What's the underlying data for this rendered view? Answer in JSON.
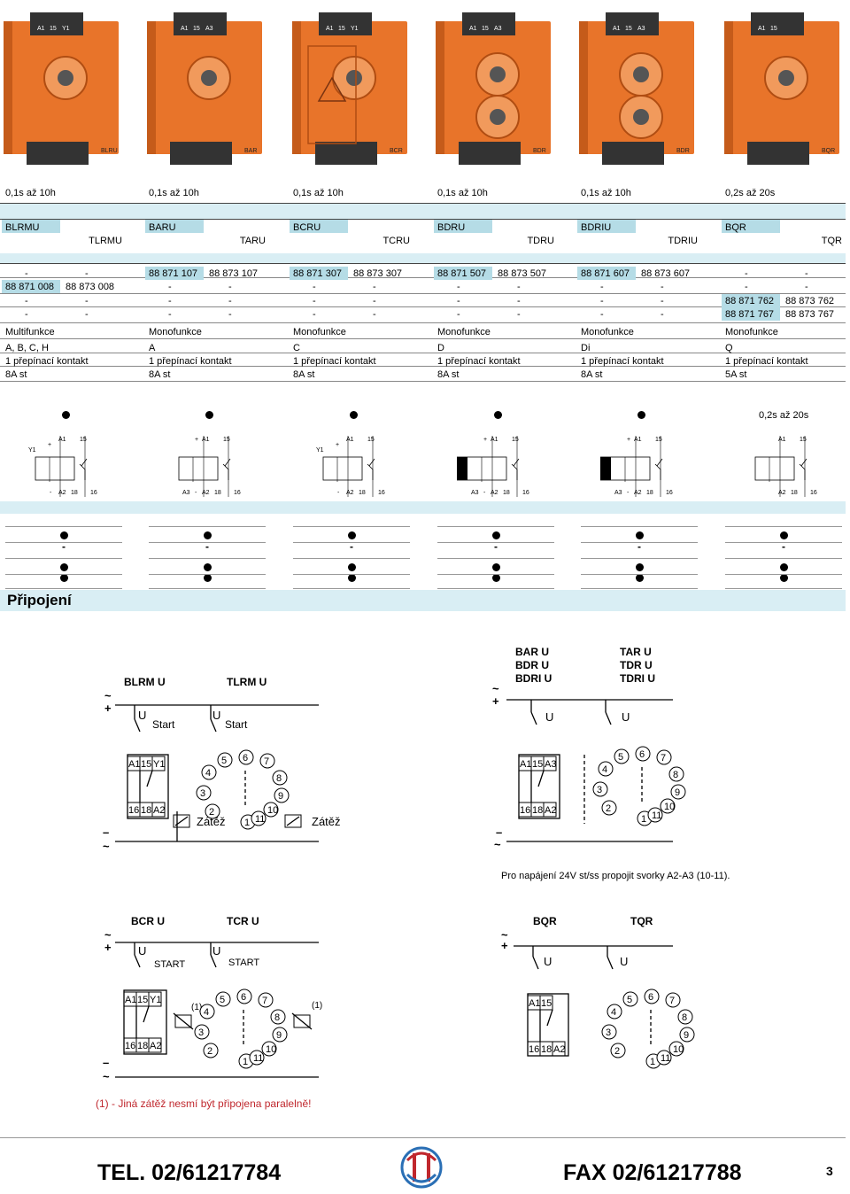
{
  "products": [
    {
      "time": "0,1s až 10h",
      "name": "BLRMU",
      "name2": "TLRMU",
      "codes": [
        [
          "-",
          "-"
        ],
        [
          "88 871 008",
          "88 873 008"
        ],
        [
          "-",
          "-"
        ],
        [
          "-",
          "-"
        ]
      ],
      "func": "Multifunkce",
      "mode": "A, B, C, H",
      "contact": "1 přepínací kontakt",
      "current": "8A st",
      "photo_labels": [
        "A1",
        "15",
        "Y1",
        "BLRU"
      ]
    },
    {
      "time": "0,1s až 10h",
      "name": "BARU",
      "name2": "TARU",
      "codes": [
        [
          "88 871 107",
          "88 873 107"
        ],
        [
          "-",
          "-"
        ],
        [
          "-",
          "-"
        ],
        [
          "-",
          "-"
        ]
      ],
      "func": "Monofunkce",
      "mode": "A",
      "contact": "1 přepínací kontakt",
      "current": "8A st",
      "photo_labels": [
        "A1",
        "15",
        "A3",
        "BAR"
      ]
    },
    {
      "time": "0,1s až 10h",
      "name": "BCRU",
      "name2": "TCRU",
      "codes": [
        [
          "88 871 307",
          "88 873 307"
        ],
        [
          "-",
          "-"
        ],
        [
          "-",
          "-"
        ],
        [
          "-",
          "-"
        ]
      ],
      "func": "Monofunkce",
      "mode": "C",
      "contact": "1 přepínací kontakt",
      "current": "8A st",
      "photo_labels": [
        "A1",
        "15",
        "Y1",
        "BCR"
      ]
    },
    {
      "time": "0,1s až 10h",
      "name": "BDRU",
      "name2": "TDRU",
      "codes": [
        [
          "88 871 507",
          "88 873 507"
        ],
        [
          "-",
          "-"
        ],
        [
          "-",
          "-"
        ],
        [
          "-",
          "-"
        ]
      ],
      "func": "Monofunkce",
      "mode": "D",
      "contact": "1 přepínací kontakt",
      "current": "8A st",
      "photo_labels": [
        "A1",
        "15",
        "A3",
        "BDR"
      ]
    },
    {
      "time": "0,1s až 10h",
      "name": "BDRIU",
      "name2": "TDRIU",
      "codes": [
        [
          "88 871 607",
          "88 873 607"
        ],
        [
          "-",
          "-"
        ],
        [
          "-",
          "-"
        ],
        [
          "-",
          "-"
        ]
      ],
      "func": "Monofunkce",
      "mode": "Di",
      "contact": "1 přepínací kontakt",
      "current": "8A st",
      "photo_labels": [
        "A1",
        "15",
        "A3",
        "BDR"
      ]
    },
    {
      "time": "0,2s až 20s",
      "name": "BQR",
      "name2": "TQR",
      "codes": [
        [
          "-",
          "-"
        ],
        [
          "-",
          "-"
        ],
        [
          "88 871 762",
          "88 873 762"
        ],
        [
          "88 871 767",
          "88 873 767"
        ]
      ],
      "func": "Monofunkce",
      "mode": "Q",
      "contact": "1 přepínací kontakt",
      "current": "5A st",
      "photo_labels": [
        "A1",
        "15",
        "BQR"
      ]
    }
  ],
  "extra_row": {
    "last": "0,2s až 20s"
  },
  "dot_matrix": [
    [
      "dot",
      "dot",
      "dot",
      "dot",
      "dot",
      "dot"
    ],
    [
      "-",
      "-",
      "-",
      "-",
      "-",
      "-"
    ],
    [
      "dot",
      "dot",
      "dot",
      "dot",
      "dot",
      "dot"
    ],
    [
      "dot",
      "dot",
      "dot",
      "dot",
      "dot",
      "dot"
    ]
  ],
  "section_title": "Připojení",
  "diagrams": {
    "d1": {
      "label_left": "BLRM U",
      "label_right": "TLRM U",
      "start1": "Start",
      "start2": "Start",
      "load1": "Zátěž",
      "load2": "Zátěž",
      "u": "U"
    },
    "d2": {
      "labels_left": [
        "BAR U",
        "BDR U",
        "BDRI U"
      ],
      "labels_right": [
        "TAR U",
        "TDR U",
        "TDRI U"
      ],
      "note": "Pro napájení 24V st/ss propojit svorky A2-A3 (10-11).",
      "u": "U"
    },
    "d3": {
      "label_left": "BCR U",
      "label_right": "TCR U",
      "start1": "START",
      "start2": "START",
      "mark": "(1)",
      "note": "(1) - Jiná zátěž nesmí být připojena paralelně!",
      "u": "U"
    },
    "d4": {
      "label_left": "BQR",
      "label_right": "TQR",
      "u": "U"
    },
    "terminals_a": [
      "A1",
      "15",
      "Y1"
    ],
    "terminals_b": [
      "16",
      "18",
      "A2"
    ],
    "terminals_c": [
      "A1",
      "15",
      "A3"
    ],
    "terminals_d": [
      "A1",
      "15"
    ],
    "pins": [
      "1",
      "2",
      "3",
      "4",
      "5",
      "6",
      "7",
      "8",
      "9",
      "10",
      "11"
    ],
    "supply_plus": "+",
    "supply_ac": "~",
    "supply_minus": "–"
  },
  "schema_labels": {
    "a1": "A1",
    "a2": "A2",
    "a3": "A3",
    "y1": "Y1",
    "t15": "15",
    "t16": "16",
    "t18": "18",
    "plus": "+",
    "minus": "-"
  },
  "footer": {
    "tel": "TEL. 02/61217784",
    "fax": "FAX 02/61217788",
    "page": "3"
  },
  "colors": {
    "relay_orange": "#e8742a",
    "highlight": "#b5dce6",
    "band": "#d9eef4"
  }
}
